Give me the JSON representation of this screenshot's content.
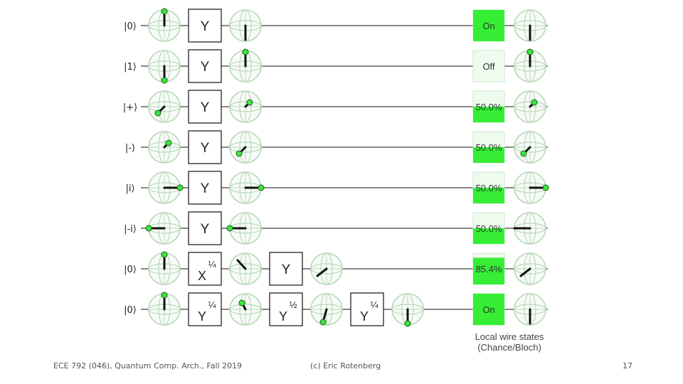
{
  "colors": {
    "gate_border": "#222222",
    "wire": "#111111",
    "sphere_stroke": "#b8d8b8",
    "sphere_fill": "#f7fbf7",
    "bloch_dot": "#3ce63c",
    "meter_full": "#35ee35",
    "meter_light": "#eefbee"
  },
  "rows": [
    {
      "label": "|0⟩",
      "items": [
        {
          "type": "bloch",
          "dir": "up",
          "dot": true
        },
        {
          "type": "gate",
          "base": "Y",
          "exp": ""
        },
        {
          "type": "bloch",
          "dir": "down",
          "dot": false
        },
        {
          "type": "meter",
          "text": "On",
          "fill_fraction": 1.0
        },
        {
          "type": "bloch",
          "dir": "down",
          "dot": false
        }
      ]
    },
    {
      "label": "|1⟩",
      "items": [
        {
          "type": "bloch",
          "dir": "down",
          "dot": true
        },
        {
          "type": "gate",
          "base": "Y",
          "exp": ""
        },
        {
          "type": "bloch",
          "dir": "up",
          "dot": true
        },
        {
          "type": "meter",
          "text": "Off",
          "fill_fraction": 0.0
        },
        {
          "type": "bloch",
          "dir": "up",
          "dot": true
        }
      ]
    },
    {
      "label": "|+⟩",
      "items": [
        {
          "type": "bloch",
          "dir": "front",
          "dot": true
        },
        {
          "type": "gate",
          "base": "Y",
          "exp": ""
        },
        {
          "type": "bloch",
          "dir": "back",
          "dot": true
        },
        {
          "type": "meter",
          "text": "50.0%",
          "fill_fraction": 0.5
        },
        {
          "type": "bloch",
          "dir": "back",
          "dot": true
        }
      ]
    },
    {
      "label": "|-⟩",
      "items": [
        {
          "type": "bloch",
          "dir": "back",
          "dot": true
        },
        {
          "type": "gate",
          "base": "Y",
          "exp": ""
        },
        {
          "type": "bloch",
          "dir": "front",
          "dot": true
        },
        {
          "type": "meter",
          "text": "50.0%",
          "fill_fraction": 0.5
        },
        {
          "type": "bloch",
          "dir": "front",
          "dot": true
        }
      ]
    },
    {
      "label": "|i⟩",
      "items": [
        {
          "type": "bloch",
          "dir": "right",
          "dot": true
        },
        {
          "type": "gate",
          "base": "Y",
          "exp": ""
        },
        {
          "type": "bloch",
          "dir": "right",
          "dot": true
        },
        {
          "type": "meter",
          "text": "50.0%",
          "fill_fraction": 0.5
        },
        {
          "type": "bloch",
          "dir": "right",
          "dot": true
        }
      ]
    },
    {
      "label": "|-i⟩",
      "items": [
        {
          "type": "bloch",
          "dir": "left",
          "dot": true
        },
        {
          "type": "gate",
          "base": "Y",
          "exp": ""
        },
        {
          "type": "bloch",
          "dir": "left",
          "dot": true
        },
        {
          "type": "meter",
          "text": "50.0%",
          "fill_fraction": 0.5
        },
        {
          "type": "bloch",
          "dir": "left",
          "dot": false
        }
      ]
    },
    {
      "label": "|0⟩",
      "items": [
        {
          "type": "bloch",
          "dir": "up",
          "dot": true
        },
        {
          "type": "gate",
          "base": "X",
          "exp": "¼"
        },
        {
          "type": "bloch",
          "dir": "tilt-left",
          "dot": false
        },
        {
          "type": "gate",
          "base": "Y",
          "exp": ""
        },
        {
          "type": "bloch",
          "dir": "tilt-front",
          "dot": false
        },
        {
          "type": "meter",
          "text": "85.4%",
          "fill_fraction": 0.854
        },
        {
          "type": "bloch",
          "dir": "tilt-front",
          "dot": false
        }
      ]
    },
    {
      "label": "|0⟩",
      "items": [
        {
          "type": "bloch",
          "dir": "up",
          "dot": true
        },
        {
          "type": "gate",
          "base": "Y",
          "exp": "¼"
        },
        {
          "type": "bloch",
          "dir": "tilt-back-up",
          "dot": true
        },
        {
          "type": "gate",
          "base": "Y",
          "exp": "½"
        },
        {
          "type": "bloch",
          "dir": "tilt-down-left",
          "dot": true
        },
        {
          "type": "gate",
          "base": "Y",
          "exp": "¼"
        },
        {
          "type": "bloch",
          "dir": "down",
          "dot": true
        },
        {
          "type": "meter",
          "text": "On",
          "fill_fraction": 1.0
        },
        {
          "type": "bloch",
          "dir": "down",
          "dot": false
        }
      ]
    }
  ],
  "caption": [
    "Local wire states",
    "(Chance/Bloch)"
  ],
  "footer": {
    "left": "ECE 792 (046), Quantum Comp. Arch., Fall 2019",
    "center": "(c) Eric Rotenberg",
    "right": "17"
  }
}
